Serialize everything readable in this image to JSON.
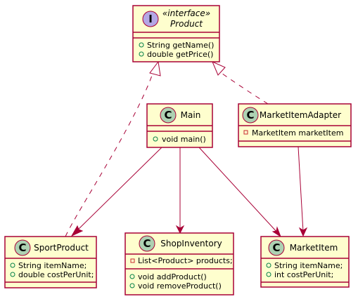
{
  "diagram": {
    "colors": {
      "box_fill": "#FEFECE",
      "border": "#A80036",
      "class_badge": "#ADD1B2",
      "interface_badge": "#B4A7E5",
      "public_marker": "#038048",
      "private_marker": "#C82930"
    },
    "classes": {
      "product": {
        "badge": "I",
        "stereotype": "«interface»",
        "name": "Product",
        "members": [
          "String getName()",
          "double getPrice()"
        ]
      },
      "main": {
        "badge": "C",
        "name": "Main",
        "members": [
          "void main()"
        ]
      },
      "adapter": {
        "badge": "C",
        "name": "MarketItemAdapter",
        "fields": [
          "MarketItem marketItem"
        ]
      },
      "sport": {
        "badge": "C",
        "name": "SportProduct",
        "fields": [
          "String itemName;",
          "double costPerUnit;"
        ]
      },
      "shop": {
        "badge": "C",
        "name": "ShopInventory",
        "fields": [
          "List<Product> products;"
        ],
        "methods": [
          "void addProduct()",
          "void removeProduct()"
        ]
      },
      "market": {
        "badge": "C",
        "name": "MarketItem",
        "fields": [
          "String itemName;",
          "int costPerUnit;"
        ]
      }
    }
  }
}
